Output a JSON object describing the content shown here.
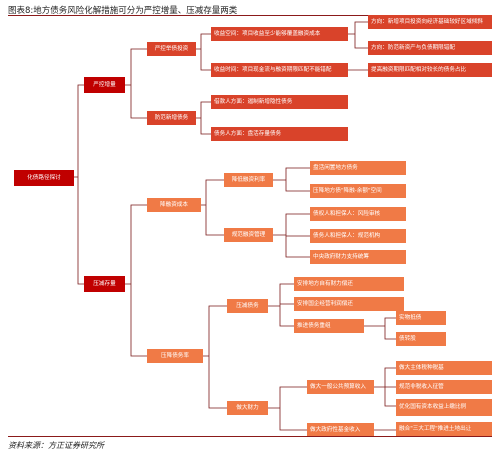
{
  "title": "图表8:地方债务风险化解措施可分为严控增量、压减存量两类",
  "footer": "资料来源：方正证券研究所",
  "root": "化债路径探讨",
  "branches": {
    "control_increment": "严控增量",
    "reduce_stock": "压减存量"
  },
  "control": {
    "strict_investment": "严控举债投资",
    "strict_investment_items": {
      "revenue_space": "收益空间：项目收益至少能够覆盖融资成本",
      "revenue_time": "收益时间：项目现金流与融资期限匹配不能错配"
    },
    "revenue_details": {
      "target": "方向：新增项目投资向经济基础较好区域倾斜",
      "mismatch": "方向：防范新资产与负债期限错配",
      "high": "提高融资期限匹配相对较长的债务占比"
    },
    "fiscal_quality": "防范新增债务",
    "fiscal_items": {
      "hidden_debt": "借款人方面：遏制新增隐性债务",
      "debt_person": "债务人方面：盘活存量债务"
    }
  },
  "reduce": {
    "lower_rate": "降融资成本",
    "local_rate": "降低融资利率",
    "local_rate_items": {
      "low1": "盘活闲置地方债务",
      "low2": "压降地方债\"降融-余额\"空间"
    },
    "regulate": "规范融资管理",
    "regulate_items": {
      "a": "债权人和担保人：风险审核",
      "b": "债务人和担保人：规范机构",
      "c": "中央政府财力支持统筹"
    },
    "recall": "压降债务率",
    "debt_reduce": "压减债务",
    "debt_reduce_items": {
      "a": "安排地方自有财力偿还",
      "b": "安排国企经营利润偿还",
      "c": "推进债务重组"
    },
    "restructure_items": {
      "a": "实物抵债",
      "b": "债转股"
    },
    "expand_revenue": "做大财力",
    "expand_items": {
      "a": "做大一般公共预算收入",
      "b": "做大政府性基金收入"
    },
    "general_items": {
      "a": "做大主体税种税基",
      "b": "规范非税收入征管",
      "c": "优化国有资本收益上缴比例"
    },
    "fund_items": {
      "a": "融合\"三大工程\"推进土地出让"
    }
  }
}
